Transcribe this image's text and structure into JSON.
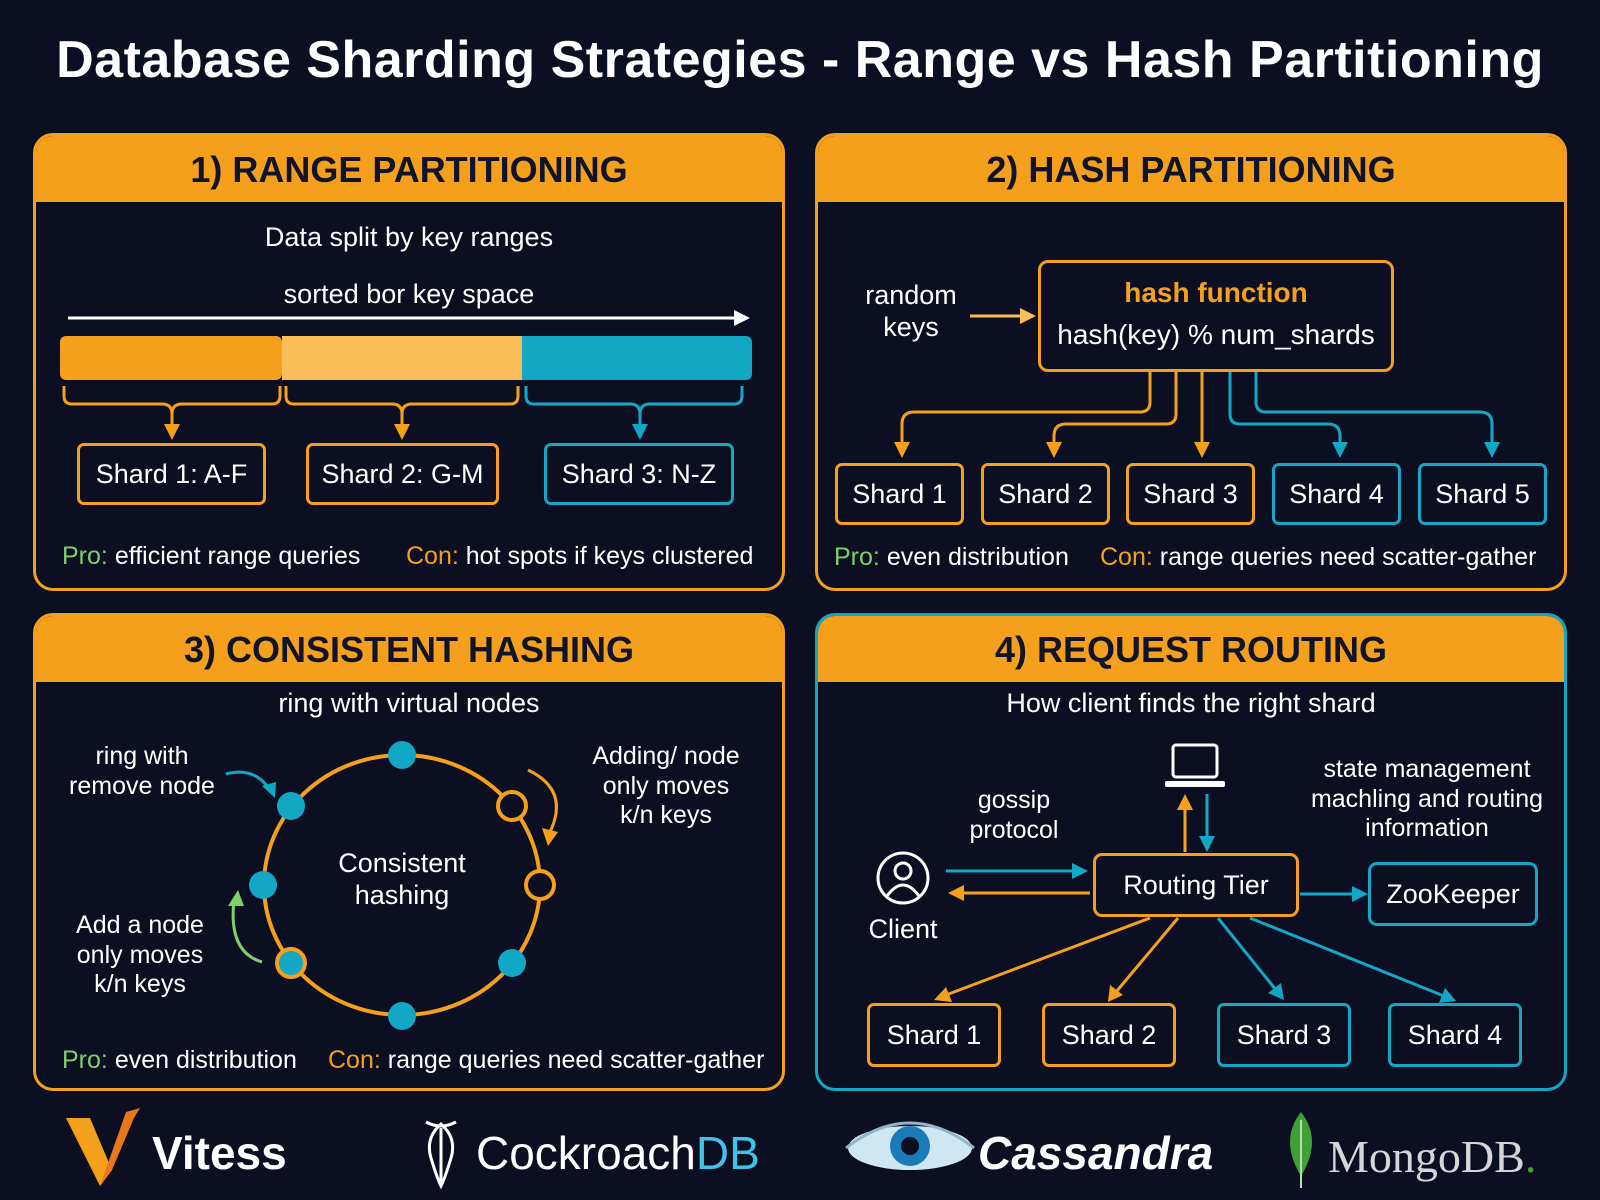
{
  "title": "Database Sharding Strategies - Range vs Hash Partitioning",
  "colors": {
    "background": "#0c0f22",
    "orange": "#f5a01d",
    "light_orange": "#fbbd58",
    "teal": "#13a7c6",
    "green": "#7fcf6a"
  },
  "range": {
    "header": "1) RANGE PARTITIONING",
    "subtitle": "Data split by key ranges",
    "axis_label": "sorted bor key space",
    "shards": [
      "Shard 1: A-F",
      "Shard 2: G-M",
      "Shard 3: N-Z"
    ],
    "pro_label": "Pro:",
    "pro_text": "efficient range queries",
    "con_label": "Con:",
    "con_text": "hot spots if keys clustered"
  },
  "hash": {
    "header": "2) HASH PARTITIONING",
    "input_label": "random\nkeys",
    "function_title": "hash function",
    "function_formula": "hash(key) % num_shards",
    "shards": [
      "Shard 1",
      "Shard 2",
      "Shard 3",
      "Shard 4",
      "Shard 5"
    ],
    "pro_label": "Pro:",
    "pro_text": "even distribution",
    "con_label": "Con:",
    "con_text": "range queries need scatter-gather"
  },
  "consistent": {
    "header": "3) CONSISTENT HASHING",
    "subtitle": "ring with virtual nodes",
    "center_label": "Consistent\nhashing",
    "annot_remove": "ring with\nremove node",
    "annot_adding": "Adding/ node\nonly moves\nk/n keys",
    "annot_add": "Add a node\nonly moves\nk/n keys",
    "pro_label": "Pro:",
    "pro_text": "even distribution",
    "con_label": "Con:",
    "con_text": "range queries need scatter-gather"
  },
  "routing": {
    "header": "4) REQUEST ROUTING",
    "subtitle": "How client finds the right shard",
    "gossip_label": "gossip\nprotocol",
    "state_label": "state management\nmachling and routing\ninformation",
    "routing_tier": "Routing Tier",
    "zookeeper": "ZooKeeper",
    "client_label": "Client",
    "client_icon": "user-icon",
    "computer_icon": "laptop-icon",
    "shards": [
      "Shard 1",
      "Shard 2",
      "Shard 3",
      "Shard 4"
    ]
  },
  "logos": {
    "vitess": "Vitess",
    "cockroach_a": "Cockroach",
    "cockroach_b": "DB",
    "cassandra": "Cassandra",
    "mongo_a": "Mongo",
    "mongo_b": "DB",
    "mongo_dot": "."
  }
}
